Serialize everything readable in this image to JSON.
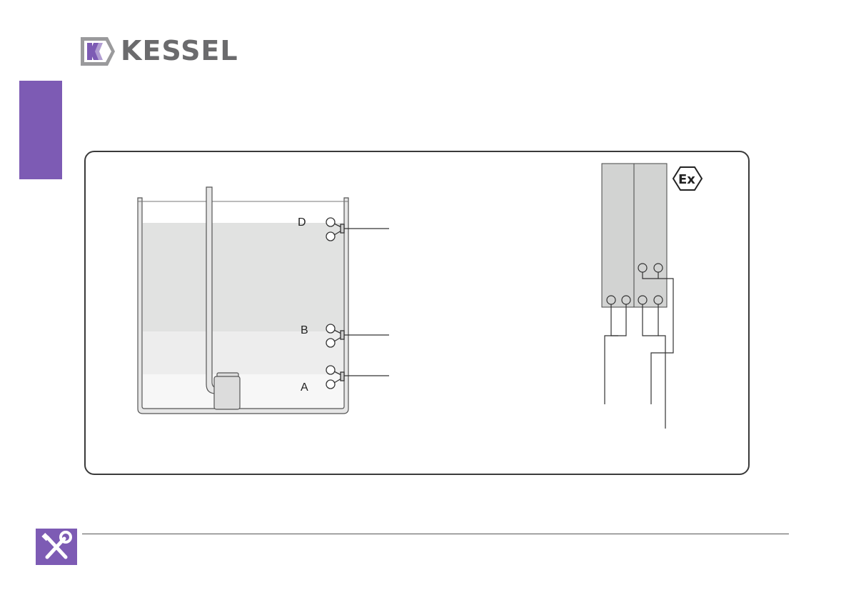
{
  "brand": {
    "name": "KESSEL",
    "accent_color": "#7d5bb4",
    "logo_grey": "#6b6b6d"
  },
  "diagram": {
    "sensor_labels": {
      "d": "D",
      "b": "B",
      "a": "A"
    },
    "ex_symbol": "Ex"
  },
  "footer": {
    "icon": "tools-icon"
  }
}
